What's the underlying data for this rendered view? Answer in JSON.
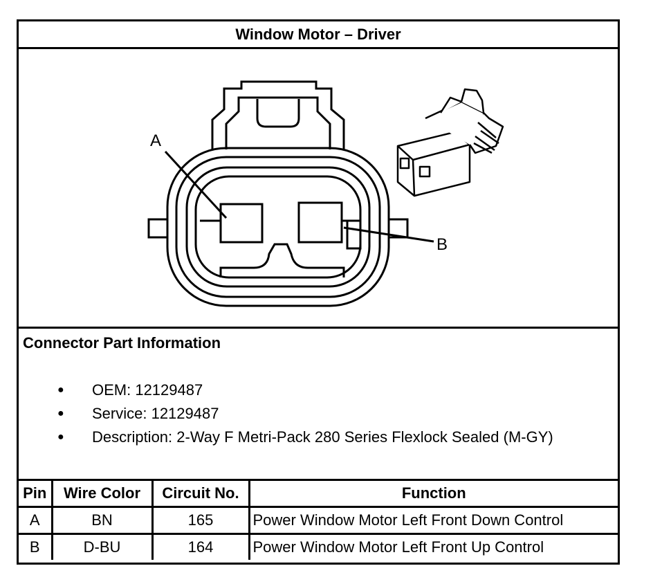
{
  "title": "Window Motor – Driver",
  "figure": {
    "callout_a": "A",
    "callout_b": "B"
  },
  "connector_info": {
    "heading": "Connector Part Information",
    "items": [
      "OEM: 12129487",
      "Service: 12129487",
      "Description: 2-Way F Metri-Pack 280 Series Flexlock Sealed (M-GY)"
    ]
  },
  "pin_table": {
    "headers": [
      "Pin",
      "Wire Color",
      "Circuit No.",
      "Function"
    ],
    "rows": [
      [
        "A",
        "BN",
        "165",
        "Power Window Motor Left Front Down Control"
      ],
      [
        "B",
        "D-BU",
        "164",
        "Power Window Motor Left Front Up Control"
      ]
    ]
  }
}
